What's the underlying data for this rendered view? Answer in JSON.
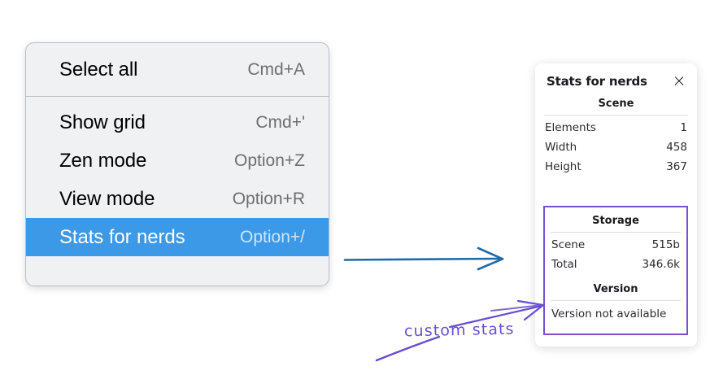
{
  "context_menu": {
    "groups": [
      {
        "items": [
          {
            "label": "Select all",
            "shortcut": "Cmd+A",
            "selected": false
          }
        ]
      },
      {
        "items": [
          {
            "label": "Show grid",
            "shortcut": "Cmd+'",
            "selected": false
          },
          {
            "label": "Zen mode",
            "shortcut": "Option+Z",
            "selected": false
          },
          {
            "label": "View mode",
            "shortcut": "Option+R",
            "selected": false
          },
          {
            "label": "Stats for nerds",
            "shortcut": "Option+/",
            "selected": true
          }
        ]
      }
    ],
    "highlight_color": "#3b99e8"
  },
  "stats_panel": {
    "title": "Stats for nerds",
    "close_icon": "close-icon",
    "sections": [
      {
        "heading": "Scene",
        "rows": [
          {
            "key": "Elements",
            "value": "1"
          },
          {
            "key": "Width",
            "value": "458"
          },
          {
            "key": "Height",
            "value": "367"
          }
        ]
      },
      {
        "heading": "Storage",
        "rows": [
          {
            "key": "Scene",
            "value": "515b"
          },
          {
            "key": "Total",
            "value": "346.6k"
          }
        ]
      },
      {
        "heading": "Version",
        "single": "Version not available"
      }
    ]
  },
  "annotations": {
    "flow_arrow_color": "#1f6aa8",
    "callout_color": "#6a4ed0",
    "callout_text": "custom stats"
  }
}
